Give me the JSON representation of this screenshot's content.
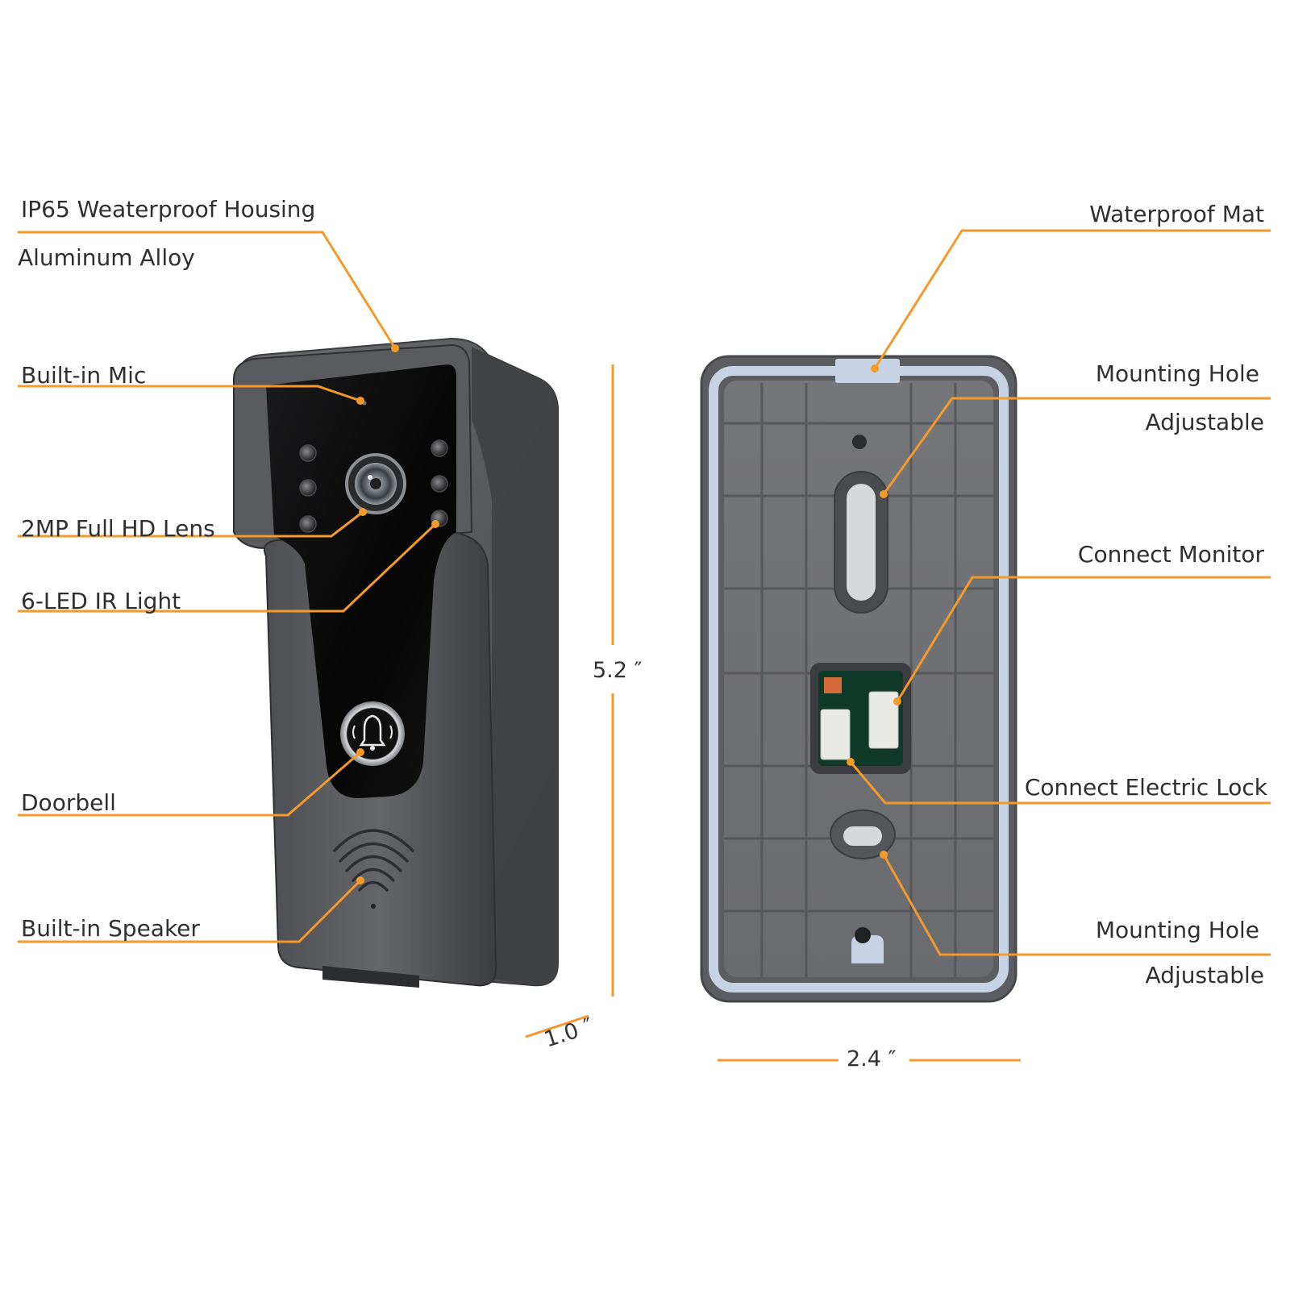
{
  "accent_color": "#f39a2b",
  "left_labels": {
    "housing_line1": "IP65 Weaterproof Housing",
    "housing_line2": "Aluminum Alloy",
    "mic": "Built-in Mic",
    "lens": "2MP Full HD Lens",
    "ir_light": "6-LED IR Light",
    "doorbell": "Doorbell",
    "speaker": "Built-in Speaker"
  },
  "right_labels": {
    "waterproof_mat": "Waterproof Mat",
    "mount_top_line1": "Mounting Hole",
    "mount_top_line2": "Adjustable",
    "connect_monitor": "Connect Monitor",
    "connect_lock": "Connect Electric Lock",
    "mount_bottom_line1": "Mounting Hole",
    "mount_bottom_line2": "Adjustable"
  },
  "dimensions": {
    "height": "5.2 ″",
    "depth": "1.0 ″",
    "width": "2.4 ″"
  },
  "icons": {
    "doorbell_button": "bell-icon",
    "speaker_grille": "speaker-grille-icon"
  }
}
